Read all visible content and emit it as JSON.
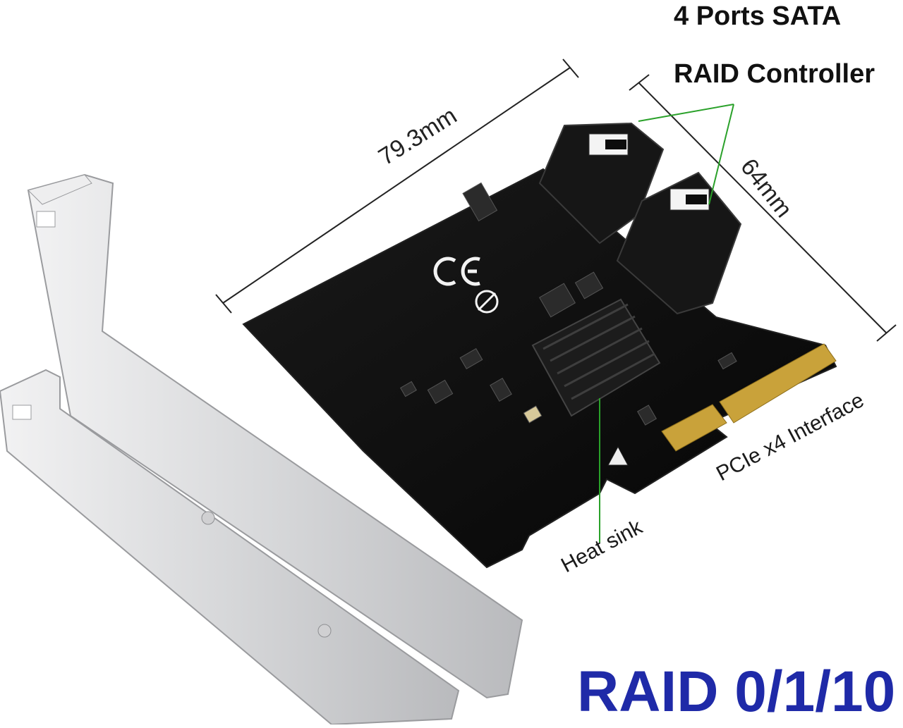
{
  "product": {
    "title_line_1": "4 Ports SATA",
    "title_line_2": "RAID Controller",
    "raid_modes": "RAID 0/1/10"
  },
  "dimensions": {
    "width_label": "79.3mm",
    "height_label": "64mm"
  },
  "callouts": {
    "interface_label": "PCIe x4 Interface",
    "heatsink_label": "Heat sink"
  },
  "colors": {
    "pcb": "#0d0d0d",
    "bracket": "#d9dadc",
    "gold_fingers": "#c9a23a",
    "callout_line": "#2aa12a",
    "raid_text": "#1f2aa8"
  },
  "icons": {
    "ce_mark": "ce-mark-icon",
    "pb_free": "pb-free-icon",
    "esd_warning": "esd-warning-icon"
  }
}
